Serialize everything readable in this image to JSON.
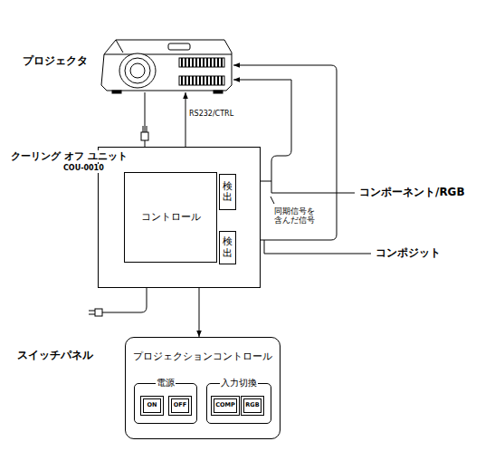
{
  "diagram": {
    "nodes": [
      {
        "text": [
          "プロジェクタ"
        ]
      },
      {
        "text": [
          "クーリング オフ ユニット",
          "COU-0010"
        ]
      },
      {
        "text": [
          "コントロール"
        ],
        "in": 1
      },
      {
        "text": [
          "検出"
        ],
        "in": 1
      },
      {
        "text": [
          "検出"
        ],
        "in": 1
      },
      {
        "text": [
          "スイッチパネル",
          "プロジェクションコントロール"
        ]
      },
      {
        "text": [
          "電源"
        ],
        "in": 5
      },
      {
        "text": [
          "ON"
        ],
        "in": 6
      },
      {
        "text": [
          "OFF"
        ],
        "in": 6
      },
      {
        "text": [
          "入力切換"
        ],
        "in": 5
      },
      {
        "text": [
          "COMP"
        ],
        "in": 9
      },
      {
        "text": [
          "RGB"
        ],
        "in": 9
      }
    ],
    "edges": [
      {
        "from": 2,
        "to": 0,
        "label": "RS232/CTRL",
        "arrow": "to"
      },
      {
        "from": 2,
        "to": 0,
        "arrow": "none"
      },
      {
        "from": 2,
        "to": 5,
        "arrow": "both"
      }
    ],
    "labels": [
      "コンポーネント/RGB",
      "コンポジット",
      "同期信号を 含んだ信号"
    ]
  }
}
